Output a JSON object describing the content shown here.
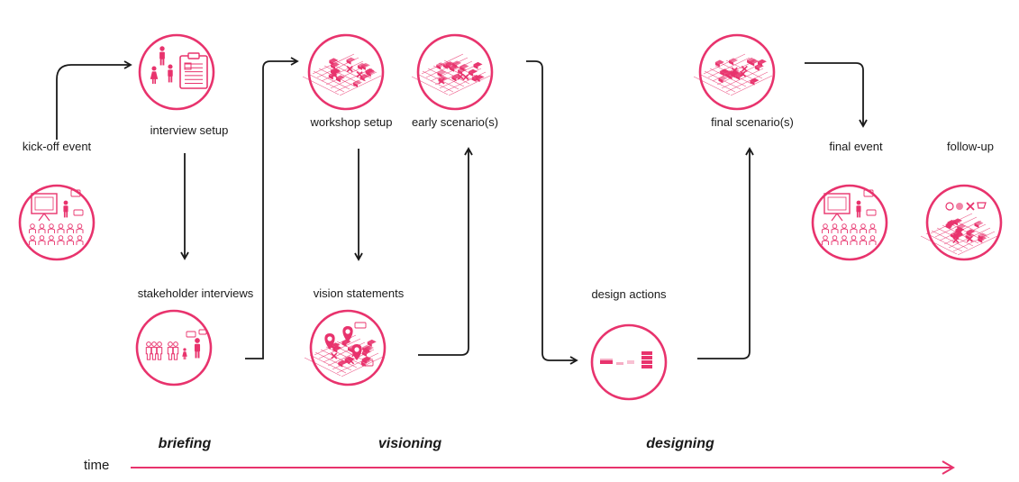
{
  "colors": {
    "accent": "#e8336d",
    "line": "#1a1a1a",
    "bg": "#ffffff"
  },
  "nodes": [
    {
      "id": "kickoff",
      "label": "kick-off event",
      "icon": "presentation-audience-icon"
    },
    {
      "id": "interview_setup",
      "label": "interview setup",
      "icon": "people-clipboard-icon"
    },
    {
      "id": "stakeholder",
      "label": "stakeholder interviews",
      "icon": "stakeholders-icon"
    },
    {
      "id": "workshop",
      "label": "workshop setup",
      "icon": "isometric-map-icon"
    },
    {
      "id": "early",
      "label": "early scenario(s)",
      "icon": "isometric-map-icon"
    },
    {
      "id": "vision",
      "label": "vision statements",
      "icon": "map-pins-icon"
    },
    {
      "id": "design_actions",
      "label": "design actions",
      "icon": "design-actions-icon"
    },
    {
      "id": "final_scenario",
      "label": "final scenario(s)",
      "icon": "isometric-map-icon"
    },
    {
      "id": "final_event",
      "label": "final event",
      "icon": "presentation-audience-icon"
    },
    {
      "id": "followup",
      "label": "follow-up",
      "icon": "map-symbols-icon"
    }
  ],
  "phases": [
    "briefing",
    "visioning",
    "designing"
  ],
  "timeline": {
    "label": "time"
  }
}
